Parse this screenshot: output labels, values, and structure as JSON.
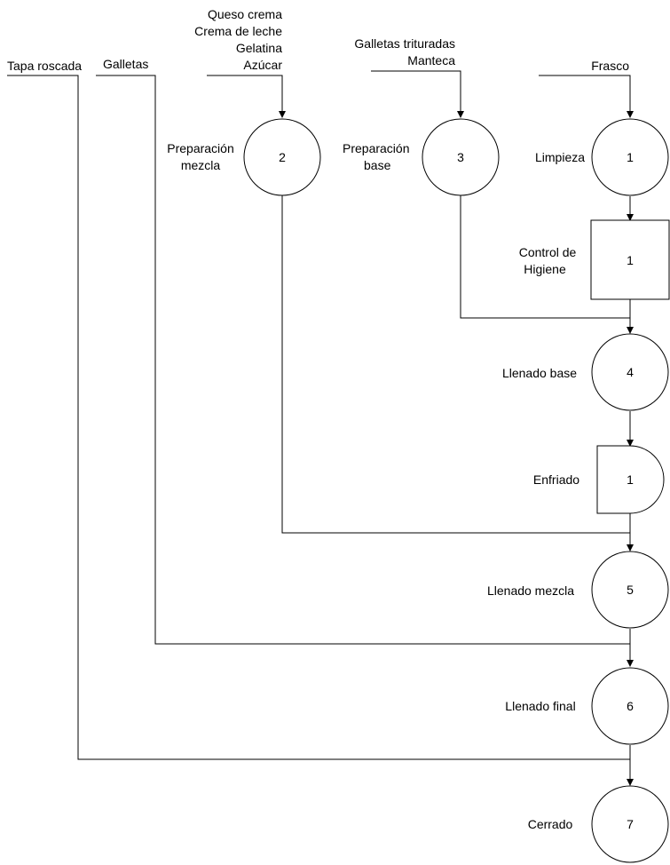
{
  "inputs": {
    "tapa": "Tapa roscada",
    "galletas": "Galletas",
    "mezcla": [
      "Queso crema",
      "Crema de leche",
      "Gelatina",
      "Azúcar"
    ],
    "base": [
      "Galletas trituradas",
      "Manteca"
    ],
    "frasco": "Frasco"
  },
  "steps": {
    "prep_mezcla": {
      "label": [
        "Preparación",
        "mezcla"
      ],
      "number": "2"
    },
    "prep_base": {
      "label": [
        "Preparación",
        "base"
      ],
      "number": "3"
    },
    "limpieza": {
      "label": [
        "Limpieza"
      ],
      "number": "1"
    },
    "control": {
      "label": [
        "Control de",
        "Higiene"
      ],
      "number": "1"
    },
    "llenado_base": {
      "label": [
        "Llenado base"
      ],
      "number": "4"
    },
    "enfriado": {
      "label": [
        "Enfriado"
      ],
      "number": "1"
    },
    "llenado_mezcla": {
      "label": [
        "Llenado mezcla"
      ],
      "number": "5"
    },
    "llenado_final": {
      "label": [
        "Llenado final"
      ],
      "number": "6"
    },
    "cerrado": {
      "label": [
        "Cerrado"
      ],
      "number": "7"
    }
  }
}
